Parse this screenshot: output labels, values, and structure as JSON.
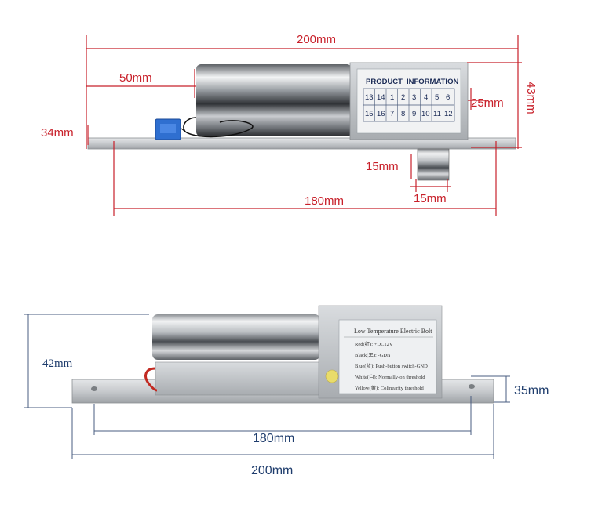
{
  "top_view": {
    "dimensions": {
      "total_length": "200mm",
      "cylinder_length": "50mm",
      "plate_height": "34mm",
      "box_height": "25mm",
      "total_height": "43mm",
      "bolt_height": "15mm",
      "hole_spacing": "180mm",
      "bolt_width": "15mm"
    },
    "info_box": {
      "title_left": "PRODUCT",
      "title_right": "INFORMATION",
      "row1": [
        "13",
        "14",
        "1",
        "2",
        "3",
        "4",
        "5",
        "6"
      ],
      "row2": [
        "15",
        "16",
        "7",
        "8",
        "9",
        "10",
        "11",
        "12"
      ]
    }
  },
  "bottom_view": {
    "dimensions": {
      "height": "42mm",
      "plate_height": "35mm",
      "hole_spacing": "180mm",
      "total_length": "200mm"
    },
    "label_plate": {
      "title": "Low Temperature Electric Bolt",
      "lines": [
        "Red(红): +DC12V",
        "Black(黑): -GDN",
        "Blue(蓝): Push-button switch-GND",
        "White(白): Normally-on threshold",
        "Yellow(黄): Colinearity threshold"
      ]
    }
  },
  "colors": {
    "dim_red": "#c8202a",
    "dim_blue": "#1f3d6d",
    "connector_blue": "#2f6fd0"
  }
}
